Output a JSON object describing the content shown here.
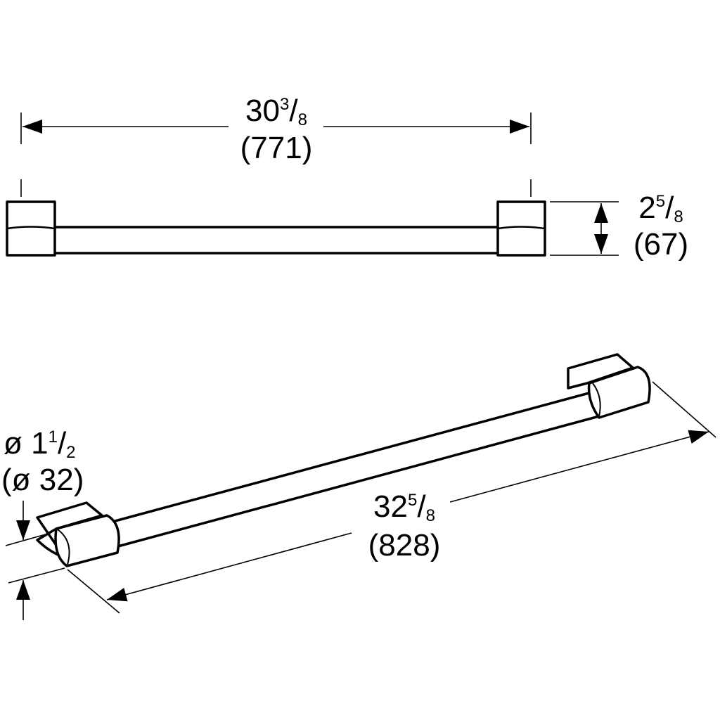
{
  "top_view": {
    "length": {
      "whole": "30",
      "num": "3",
      "den": "8",
      "metric": "(771)"
    },
    "height": {
      "whole": "2",
      "num": "5",
      "den": "8",
      "metric": "(67)"
    }
  },
  "iso_view": {
    "diameter": {
      "prefix": "ø 1",
      "num": "1",
      "den": "2",
      "metric": "(ø 32)"
    },
    "length": {
      "whole": "32",
      "num": "5",
      "den": "8",
      "metric": "(828)"
    }
  }
}
